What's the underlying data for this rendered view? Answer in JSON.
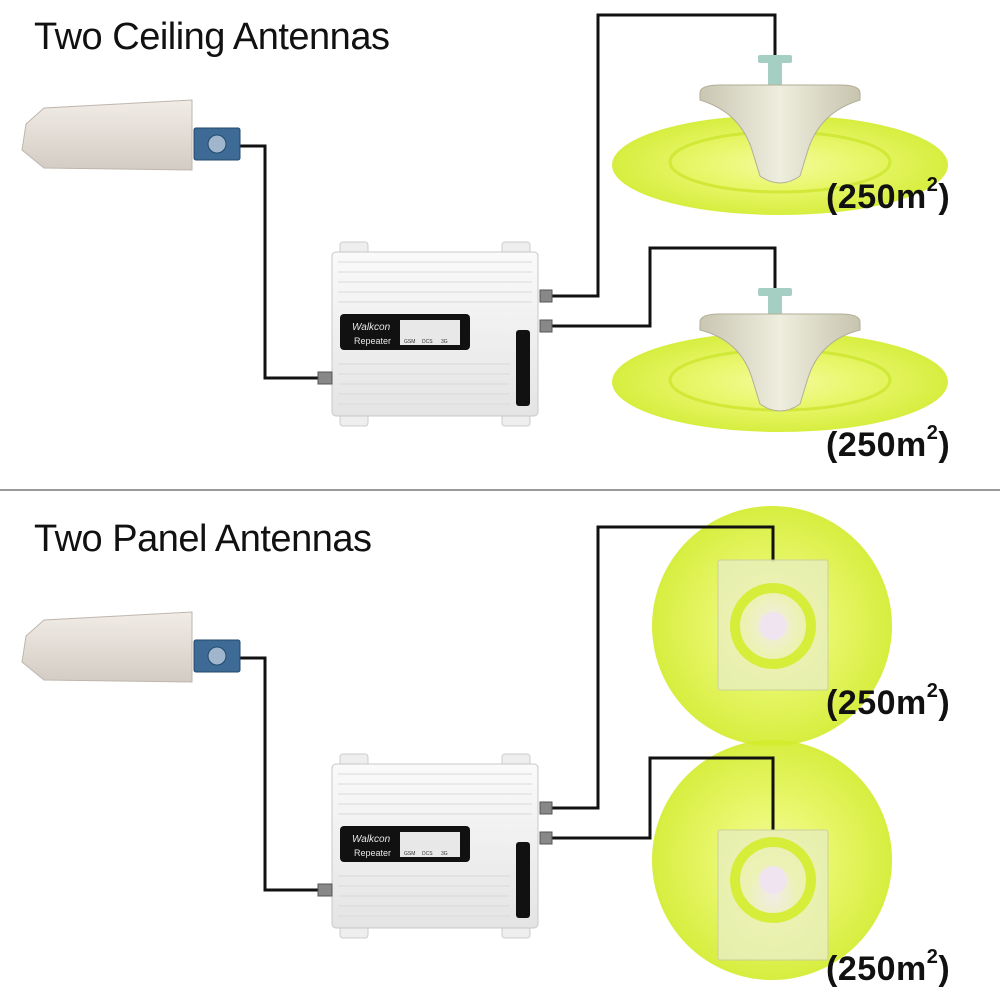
{
  "sections": [
    {
      "title": "Two Ceiling Antennas",
      "coverage": [
        "(250m",
        "(250m"
      ]
    },
    {
      "title": "Two Panel Antennas",
      "coverage": [
        "(250m",
        "(250m"
      ]
    }
  ],
  "coverage_unit_sup": "2",
  "coverage_close": ")",
  "repeater": {
    "brand": "Walkcon",
    "label": "Repeater",
    "bands": [
      "GSM",
      "DCS",
      "3G"
    ]
  },
  "colors": {
    "coverage_glow": "#d9f13a",
    "cable": "#111111",
    "divider": "#9a9a9a"
  }
}
